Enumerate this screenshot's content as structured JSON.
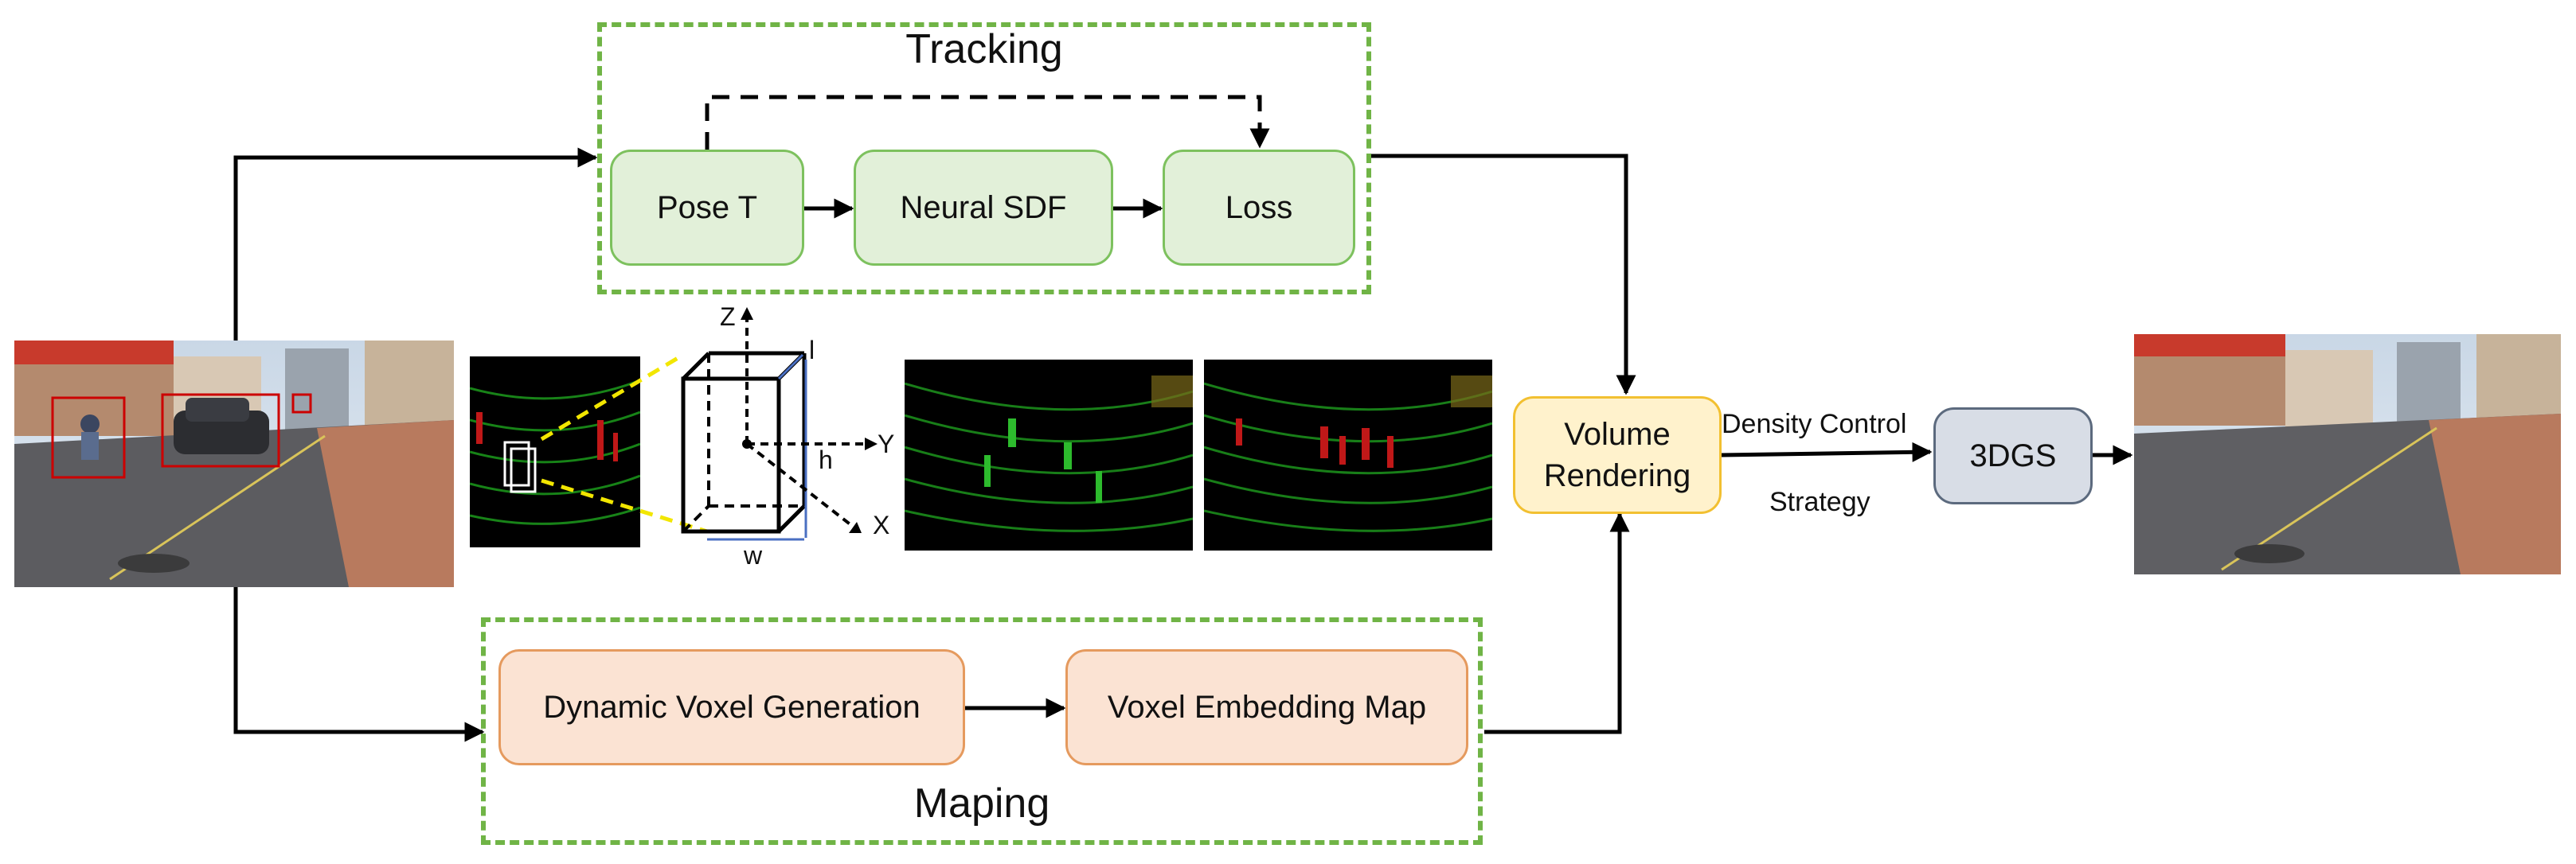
{
  "tracking": {
    "title": "Tracking",
    "pose_label": "Pose T",
    "sdf_label": "Neural SDF",
    "loss_label": "Loss"
  },
  "mapping": {
    "title": "Maping",
    "voxel_gen_label": "Dynamic Voxel Generation",
    "embedding_label": "Voxel Embedding Map"
  },
  "rendering": {
    "volume_label_1": "Volume",
    "volume_label_2": "Rendering",
    "density_label": "Density Control",
    "strategy_label": "Strategy",
    "gs_label": "3DGS"
  },
  "bbox_axes": {
    "z": "Z",
    "y": "Y",
    "x": "X",
    "l": "l",
    "h": "h",
    "w": "w"
  },
  "colors": {
    "tracking_fill": "#e2f0d9",
    "mapping_fill": "#fbe3d3",
    "render_fill": "#fff2cc",
    "gs_fill": "#d8dde6",
    "frame_border": "#70b446",
    "detection_box": "#cc0000",
    "projection_line": "#f2e600"
  }
}
